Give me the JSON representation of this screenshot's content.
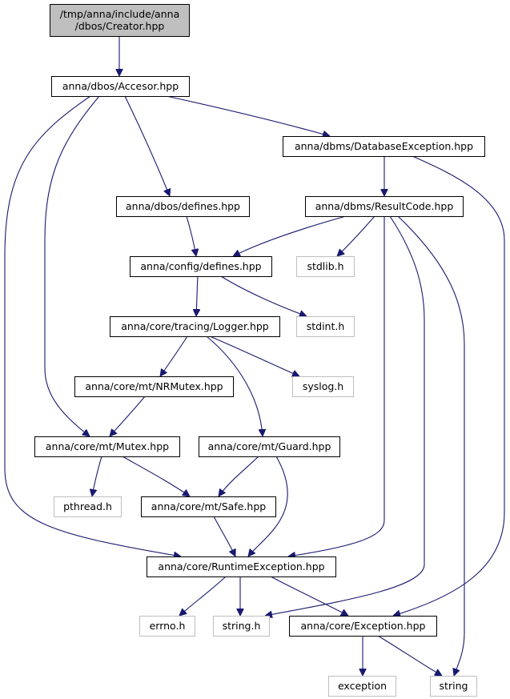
{
  "colors": {
    "edge": "#191970",
    "node_border": "#000000",
    "external_border": "#bfbfbf",
    "root_fill": "#bfbfbf",
    "node_fill": "#ffffff",
    "external_text": "#404040"
  },
  "nodes": [
    {
      "id": "creator",
      "label": [
        "/tmp/anna/include/anna",
        "/dbos/Creator.hpp"
      ],
      "kind": "root"
    },
    {
      "id": "accesor",
      "label": [
        "anna/dbos/Accesor.hpp"
      ],
      "kind": "file"
    },
    {
      "id": "dbexception",
      "label": [
        "anna/dbms/DatabaseException.hpp"
      ],
      "kind": "file"
    },
    {
      "id": "dbos_defines",
      "label": [
        "anna/dbos/defines.hpp"
      ],
      "kind": "file"
    },
    {
      "id": "resultcode",
      "label": [
        "anna/dbms/ResultCode.hpp"
      ],
      "kind": "file"
    },
    {
      "id": "config_defines",
      "label": [
        "anna/config/defines.hpp"
      ],
      "kind": "file"
    },
    {
      "id": "stdlib",
      "label": [
        "stdlib.h"
      ],
      "kind": "external"
    },
    {
      "id": "logger",
      "label": [
        "anna/core/tracing/Logger.hpp"
      ],
      "kind": "file"
    },
    {
      "id": "stdint",
      "label": [
        "stdint.h"
      ],
      "kind": "external"
    },
    {
      "id": "nrmutex",
      "label": [
        "anna/core/mt/NRMutex.hpp"
      ],
      "kind": "file"
    },
    {
      "id": "syslog",
      "label": [
        "syslog.h"
      ],
      "kind": "external"
    },
    {
      "id": "mutex",
      "label": [
        "anna/core/mt/Mutex.hpp"
      ],
      "kind": "file"
    },
    {
      "id": "guard",
      "label": [
        "anna/core/mt/Guard.hpp"
      ],
      "kind": "file"
    },
    {
      "id": "pthread",
      "label": [
        "pthread.h"
      ],
      "kind": "external"
    },
    {
      "id": "safe",
      "label": [
        "anna/core/mt/Safe.hpp"
      ],
      "kind": "file"
    },
    {
      "id": "runtime",
      "label": [
        "anna/core/RuntimeException.hpp"
      ],
      "kind": "file"
    },
    {
      "id": "errno",
      "label": [
        "errno.h"
      ],
      "kind": "external"
    },
    {
      "id": "stringh",
      "label": [
        "string.h"
      ],
      "kind": "external"
    },
    {
      "id": "exception_hpp",
      "label": [
        "anna/core/Exception.hpp"
      ],
      "kind": "file"
    },
    {
      "id": "exception_std",
      "label": [
        "exception"
      ],
      "kind": "external"
    },
    {
      "id": "string_std",
      "label": [
        "string"
      ],
      "kind": "external"
    }
  ],
  "edges": [
    {
      "from": "creator",
      "to": "accesor"
    },
    {
      "from": "accesor",
      "to": "dbexception"
    },
    {
      "from": "accesor",
      "to": "dbos_defines"
    },
    {
      "from": "accesor",
      "to": "mutex"
    },
    {
      "from": "accesor",
      "to": "runtime"
    },
    {
      "from": "dbexception",
      "to": "resultcode"
    },
    {
      "from": "dbexception",
      "to": "exception_hpp"
    },
    {
      "from": "dbos_defines",
      "to": "config_defines"
    },
    {
      "from": "resultcode",
      "to": "config_defines"
    },
    {
      "from": "resultcode",
      "to": "stdlib"
    },
    {
      "from": "resultcode",
      "to": "runtime"
    },
    {
      "from": "resultcode",
      "to": "stringh"
    },
    {
      "from": "resultcode",
      "to": "string_std"
    },
    {
      "from": "config_defines",
      "to": "logger"
    },
    {
      "from": "config_defines",
      "to": "stdint"
    },
    {
      "from": "logger",
      "to": "nrmutex"
    },
    {
      "from": "logger",
      "to": "syslog"
    },
    {
      "from": "logger",
      "to": "guard"
    },
    {
      "from": "nrmutex",
      "to": "mutex"
    },
    {
      "from": "mutex",
      "to": "pthread"
    },
    {
      "from": "mutex",
      "to": "safe"
    },
    {
      "from": "guard",
      "to": "safe"
    },
    {
      "from": "guard",
      "to": "runtime"
    },
    {
      "from": "safe",
      "to": "runtime"
    },
    {
      "from": "runtime",
      "to": "errno"
    },
    {
      "from": "runtime",
      "to": "stringh"
    },
    {
      "from": "runtime",
      "to": "exception_hpp"
    },
    {
      "from": "exception_hpp",
      "to": "exception_std"
    },
    {
      "from": "exception_hpp",
      "to": "string_std"
    }
  ]
}
